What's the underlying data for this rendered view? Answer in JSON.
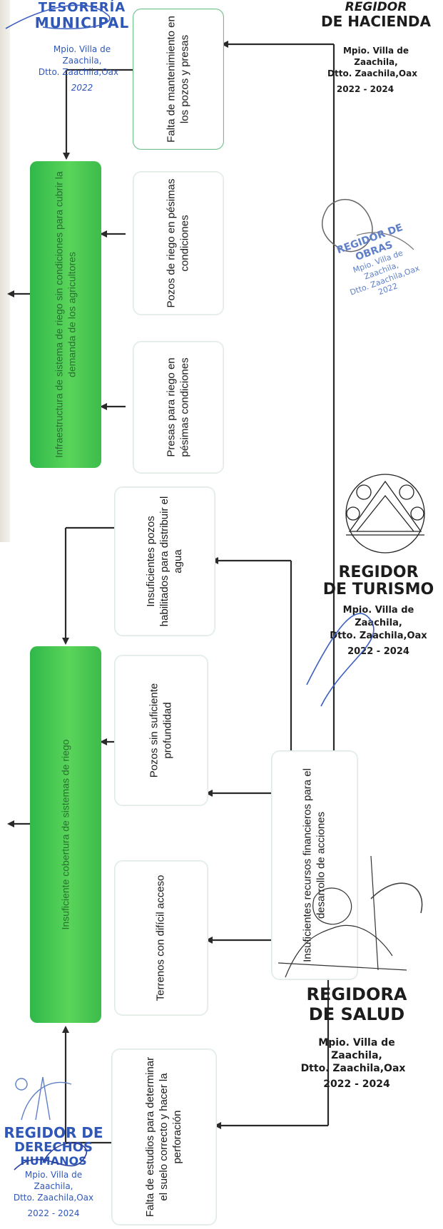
{
  "boxes": {
    "mantenimiento": "Falta de mantenimiento en los pozos y presas",
    "pozos_pesimas": "Pozos de riego en pésimas condiciones",
    "presas_pesimas": "Presas para riego en pésimas condiciones",
    "infra_riego": "Infraestructura de sistema de riego sin condiciones para cubrir la demanda de los agricultores",
    "insuficientes_pozos": "Insuficientes pozos habilitados para distribuir el agua",
    "pozos_profundidad": "Pozos sin suficiente profundidad",
    "terrenos": "Terrenos con difícil acceso",
    "falta_estudios": "Falta de estudios para determinar el suelo correcto y hacer la perforación",
    "insuficiente_cobertura": "Insuficiente cobertura de sistemas de riego",
    "insuficientes_recursos": "Insuficientes recursos financieros para el desarrollo de acciones"
  },
  "stamps": {
    "hacienda": {
      "title": "REGIDOR",
      "title2": "DE HACIENDA",
      "line1": "Mpio. Villa de",
      "line2": "Zaachila,",
      "line3": "Dtto. Zaachila,Oax",
      "years": "2022 - 2024"
    },
    "tesoreria": {
      "title": "TESORERÍA",
      "title2": "MUNICIPAL",
      "line1": "Mpio. Villa de",
      "line2": "Zaachila,",
      "line3": "Dtto. Zaachila,Oax",
      "years": "2022"
    },
    "obras": {
      "title": "REGIDOR DE",
      "title2": "OBRAS",
      "line1": "Mpio. Villa de",
      "line2": "Zaachila,",
      "line3": "Dtto. Zaachila,Oax",
      "years": "2022"
    },
    "turismo": {
      "title": "REGIDOR",
      "title2": "DE TURISMO",
      "line1": "Mpio. Villa de",
      "line2": "Zaachila,",
      "line3": "Dtto. Zaachila,Oax",
      "years": "2022 - 2024"
    },
    "salud": {
      "title": "REGIDORA",
      "title2": "DE SALUD",
      "line1": "Mpio. Villa de",
      "line2": "Zaachila,",
      "line3": "Dtto. Zaachila,Oax",
      "years": "2022 - 2024"
    },
    "derechos": {
      "title": "REGIDOR DE",
      "title2": "DERECHOS",
      "title3": "HUMANOS",
      "line1": "Mpio. Villa de",
      "line2": "Zaachila,",
      "line3": "Dtto. Zaachila,Oax",
      "years": "2022 - 2024"
    }
  }
}
